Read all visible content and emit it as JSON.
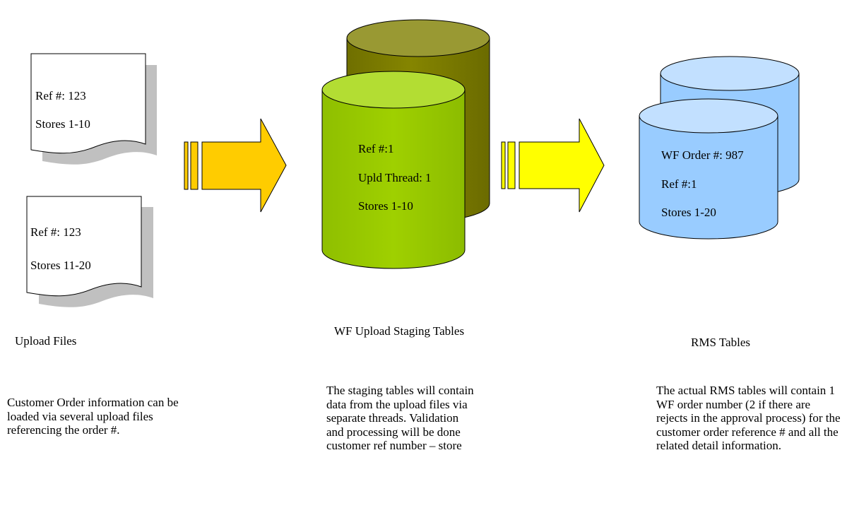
{
  "upload_files": {
    "file1": {
      "ref": "Ref #: 123",
      "stores": "Stores 1-10"
    },
    "file2": {
      "ref": "Ref #: 123",
      "stores": "Stores 11-20"
    },
    "label": "Upload Files",
    "description": "Customer Order information can be loaded via several upload files referencing the order #."
  },
  "staging": {
    "ref": "Ref #:1",
    "thread": "Upld Thread: 1",
    "stores": "Stores 1-10",
    "label": "WF Upload Staging Tables",
    "description": "The staging tables will contain data from the upload files via separate threads. Validation and processing will be done customer ref number – store"
  },
  "rms": {
    "order": "WF Order #: 987",
    "ref": "Ref #:1",
    "stores": "Stores 1-20",
    "label": "RMS Tables",
    "description": "The actual RMS tables will contain 1 WF order number (2 if there are rejects in the approval process) for the customer order reference # and all the related detail information."
  },
  "colors": {
    "staging_back": "#808000",
    "staging_front": "#99cc00",
    "rms": "#99ccff",
    "arrow1": "#ffcc00",
    "arrow2": "#ffff00",
    "shadow": "#c0c0c0"
  }
}
